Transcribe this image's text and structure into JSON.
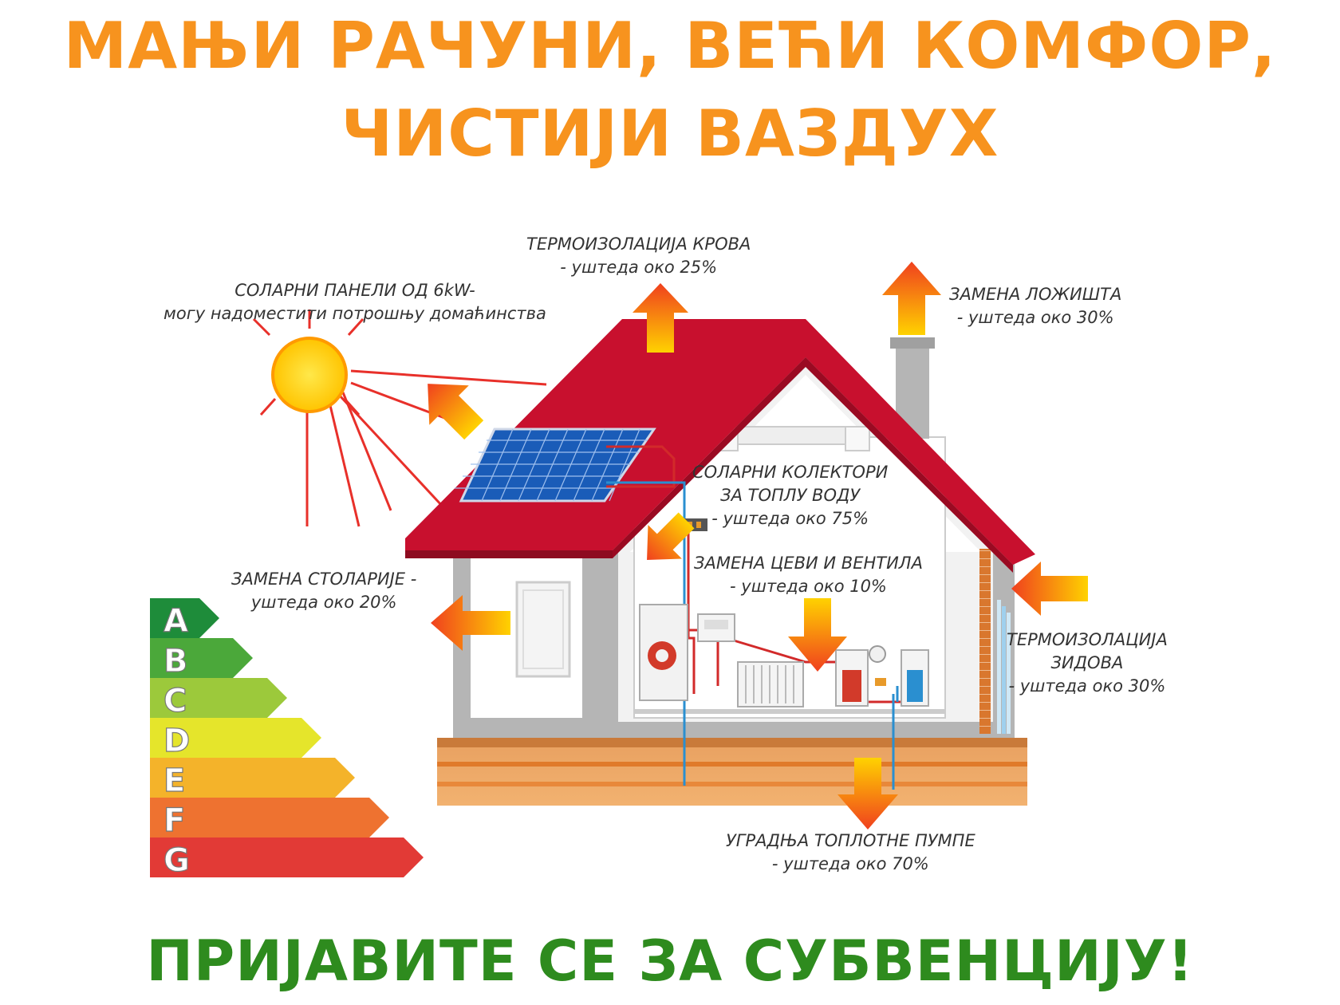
{
  "headline": {
    "line1": "МАЊИ РАЧУНИ,  ВЕЋИ КОМФОР,",
    "line2": "ЧИСТИЈИ ВАЗДУХ"
  },
  "labels": {
    "roof": {
      "title": "ТЕРМОИЗОЛАЦИЈА КРОВА",
      "saving": "- уштеда око 25%"
    },
    "solar_panels": {
      "title": "СОЛАРНИ ПАНЕЛИ ОД 6kW-",
      "saving": "могу надоместити потрошњу домаћинства"
    },
    "furnace": {
      "title": "ЗАМЕНА ЛОЖИШТА",
      "saving": "- уштеда око 30%"
    },
    "solar_collectors": {
      "line1": "СОЛАРНИ КОЛЕКТОРИ",
      "line2": "ЗА ТОПЛУ ВОДУ",
      "saving": "- уштеда око 75%"
    },
    "pipes": {
      "title": "ЗАМЕНА ЦЕВИ И ВЕНТИЛА",
      "saving": "- уштеда око 10%"
    },
    "windows": {
      "title": "ЗАМЕНА СТОЛАРИЈЕ -",
      "saving": "уштеда око 20%"
    },
    "walls": {
      "line1": "ТЕРМОИЗОЛАЦИЈА",
      "line2": "ЗИДОВА",
      "saving": "- уштеда око 30%"
    },
    "heat_pump": {
      "title": "УГРАДЊА ТОПЛОТНЕ ПУМПЕ",
      "saving": "- уштеда око 70%"
    }
  },
  "energy_rating": {
    "classes": [
      {
        "letter": "A",
        "color": "#1e8c3a"
      },
      {
        "letter": "B",
        "color": "#4ba83a"
      },
      {
        "letter": "C",
        "color": "#9cc93b"
      },
      {
        "letter": "D",
        "color": "#e5e52b"
      },
      {
        "letter": "E",
        "color": "#f4b32a"
      },
      {
        "letter": "F",
        "color": "#ee7230"
      },
      {
        "letter": "G",
        "color": "#e23a36"
      }
    ]
  },
  "call_to_action": "ПРИЈАВИТЕ СЕ ЗА СУБВЕНЦИЈУ!"
}
